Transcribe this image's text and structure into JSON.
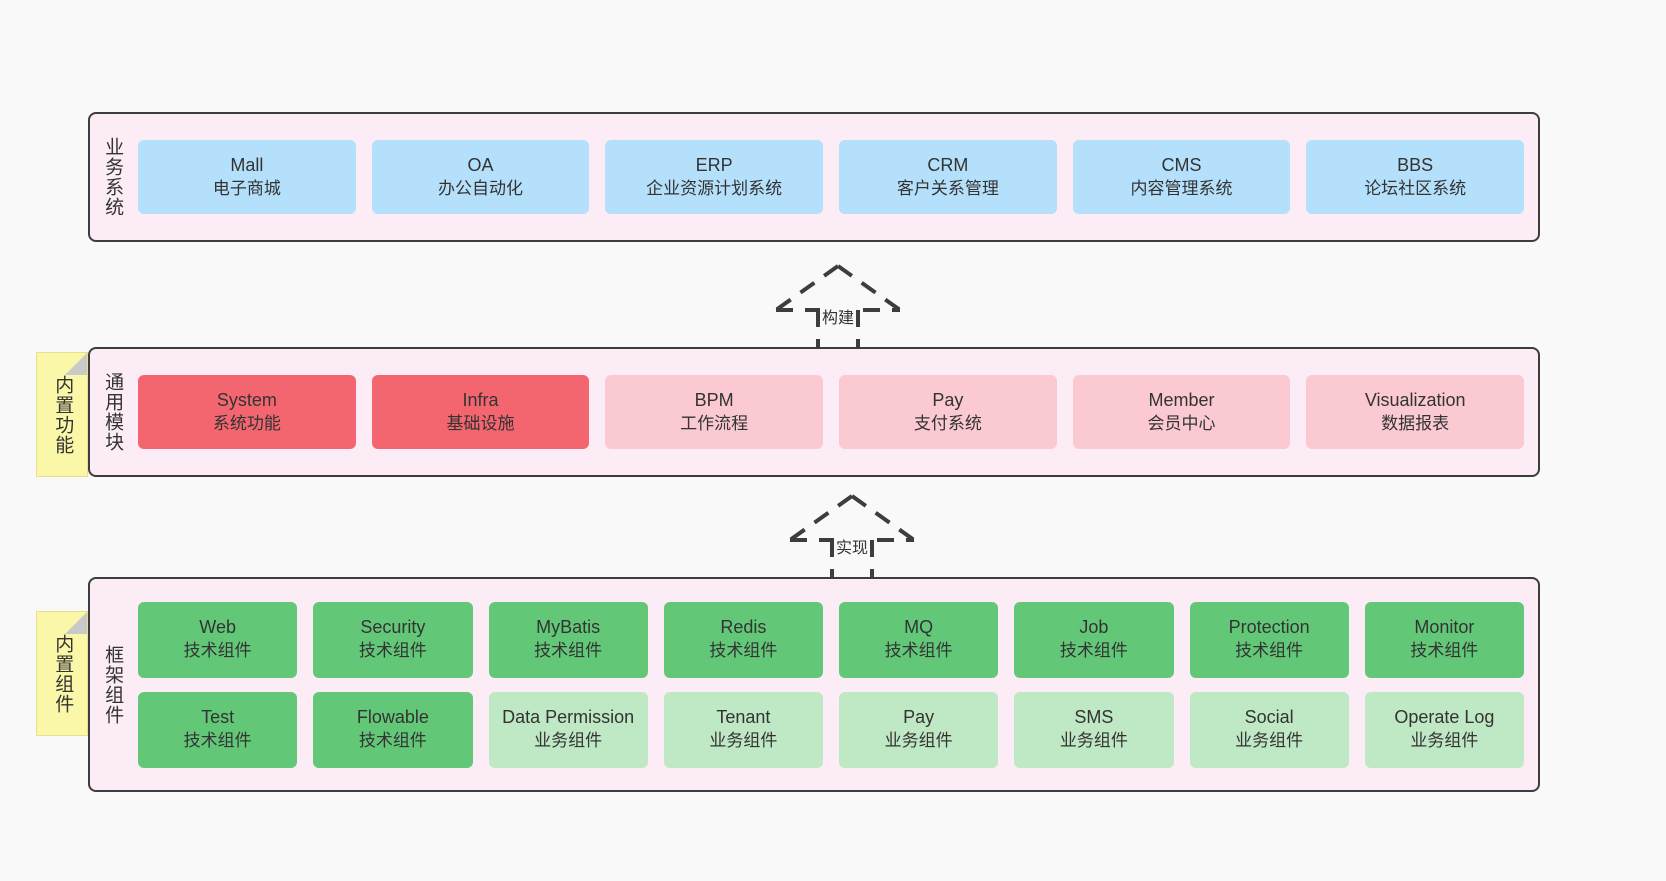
{
  "diagram": {
    "background": "#f9f9f9",
    "layers": [
      {
        "id": "business-system",
        "title": "业务系统",
        "accent": "#b5e0fb",
        "nodes": [
          {
            "name": "Mall",
            "sub": "电子商城",
            "style": "blue"
          },
          {
            "name": "OA",
            "sub": "办公自动化",
            "style": "blue"
          },
          {
            "name": "ERP",
            "sub": "企业资源计划系统",
            "style": "blue"
          },
          {
            "name": "CRM",
            "sub": "客户关系管理",
            "style": "blue"
          },
          {
            "name": "CMS",
            "sub": "内容管理系统",
            "style": "blue"
          },
          {
            "name": "BBS",
            "sub": "论坛社区系统",
            "style": "blue"
          }
        ]
      },
      {
        "id": "common-module",
        "title": "通用模块",
        "accent": "#f4666f",
        "nodes": [
          {
            "name": "System",
            "sub": "系统功能",
            "style": "red"
          },
          {
            "name": "Infra",
            "sub": "基础设施",
            "style": "red"
          },
          {
            "name": "BPM",
            "sub": "工作流程",
            "style": "pink"
          },
          {
            "name": "Pay",
            "sub": "支付系统",
            "style": "pink"
          },
          {
            "name": "Member",
            "sub": "会员中心",
            "style": "pink"
          },
          {
            "name": "Visualization",
            "sub": "数据报表",
            "style": "pink"
          }
        ]
      },
      {
        "id": "framework-component",
        "title": "框架组件",
        "accent": "#62c878",
        "rows": [
          [
            {
              "name": "Web",
              "sub": "技术组件",
              "style": "green"
            },
            {
              "name": "Security",
              "sub": "技术组件",
              "style": "green"
            },
            {
              "name": "MyBatis",
              "sub": "技术组件",
              "style": "green"
            },
            {
              "name": "Redis",
              "sub": "技术组件",
              "style": "green"
            },
            {
              "name": "MQ",
              "sub": "技术组件",
              "style": "green"
            },
            {
              "name": "Job",
              "sub": "技术组件",
              "style": "green"
            },
            {
              "name": "Protection",
              "sub": "技术组件",
              "style": "green"
            },
            {
              "name": "Monitor",
              "sub": "技术组件",
              "style": "green"
            }
          ],
          [
            {
              "name": "Test",
              "sub": "技术组件",
              "style": "green"
            },
            {
              "name": "Flowable",
              "sub": "技术组件",
              "style": "green"
            },
            {
              "name": "Data Permission",
              "sub": "业务组件",
              "style": "lightgreen"
            },
            {
              "name": "Tenant",
              "sub": "业务组件",
              "style": "lightgreen"
            },
            {
              "name": "Pay",
              "sub": "业务组件",
              "style": "lightgreen"
            },
            {
              "name": "SMS",
              "sub": "业务组件",
              "style": "lightgreen"
            },
            {
              "name": "Social",
              "sub": "业务组件",
              "style": "lightgreen"
            },
            {
              "name": "Operate Log",
              "sub": "业务组件",
              "style": "lightgreen"
            }
          ]
        ]
      }
    ],
    "sticky_notes": [
      {
        "id": "builtin-function",
        "text": "内置功能",
        "color": "#fbf7a8"
      },
      {
        "id": "builtin-component",
        "text": "内置组件",
        "color": "#fbf7a8"
      }
    ],
    "connectors": [
      {
        "id": "build",
        "label": "构建",
        "style": "dashed-hollow-triangle-up"
      },
      {
        "id": "implement",
        "label": "实现",
        "style": "dashed-hollow-triangle-up"
      }
    ]
  }
}
